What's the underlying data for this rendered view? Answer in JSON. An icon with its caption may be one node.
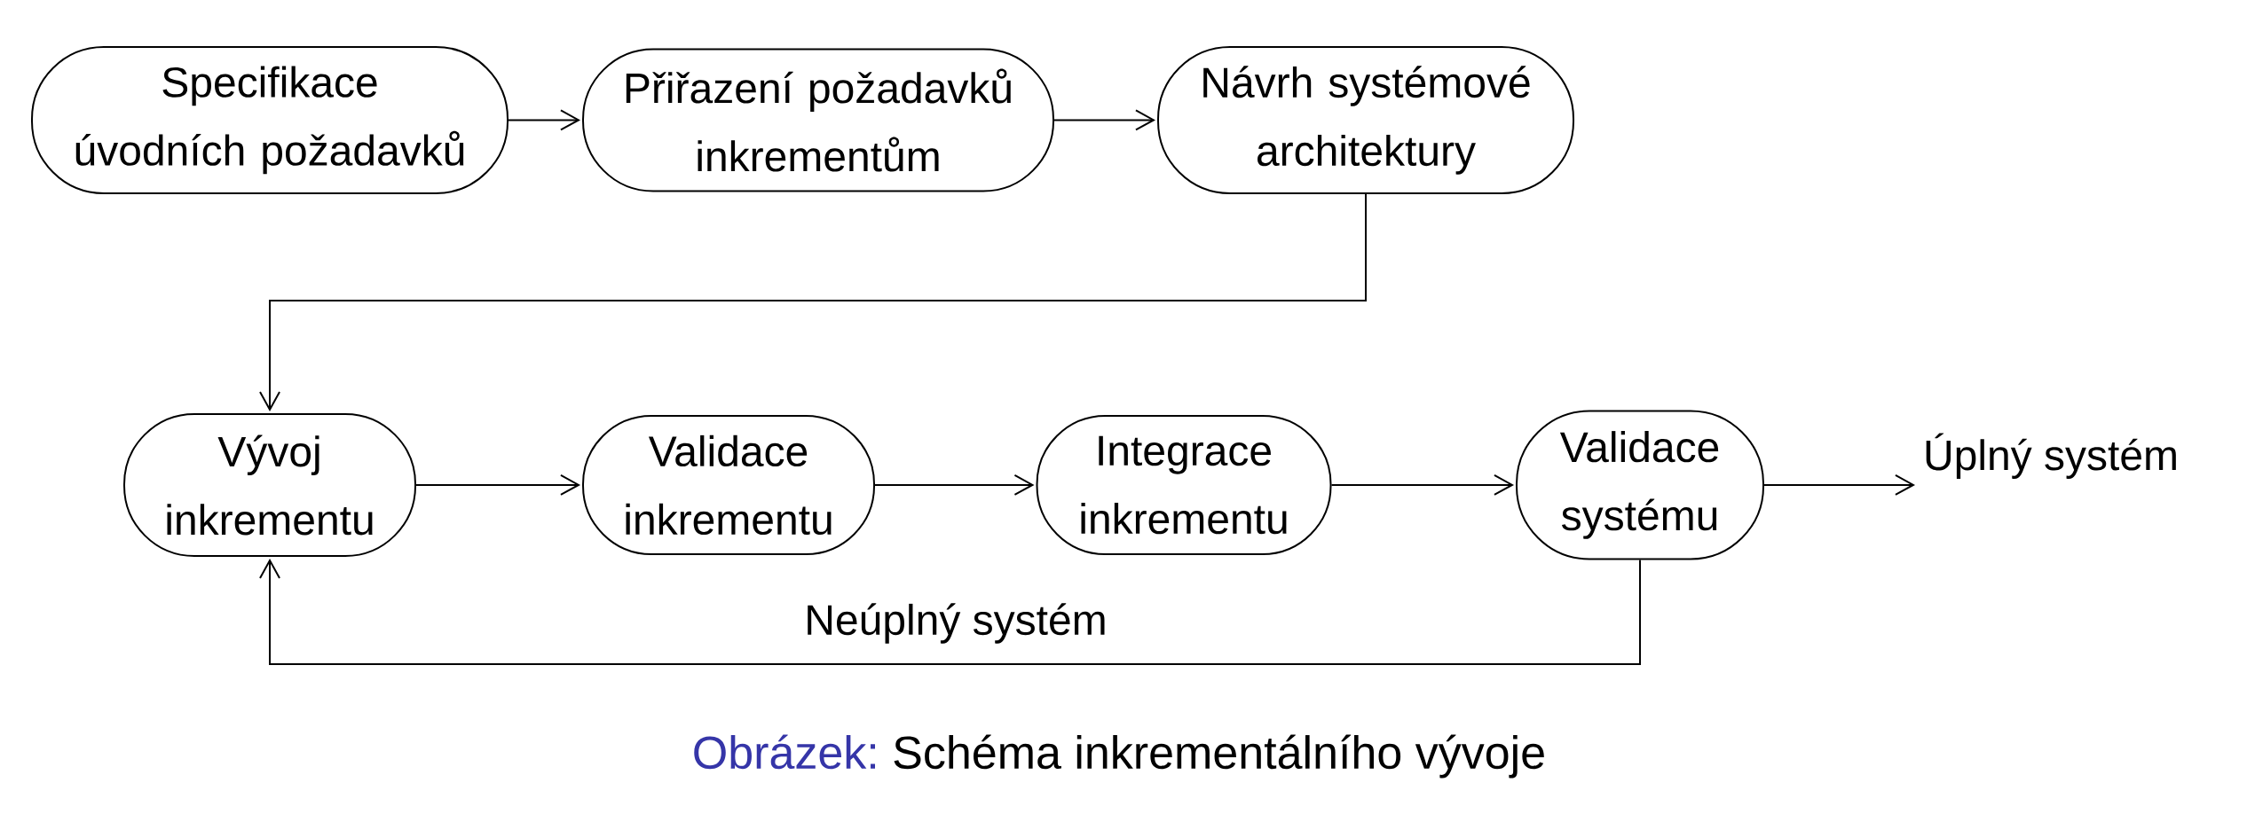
{
  "diagram": {
    "caption": "Schéma inkrementálního vývoje",
    "nodes": [
      {
        "text": [
          "Specifikace úvodních požadavků"
        ]
      },
      {
        "text": [
          "Přiřazení požadavků inkrementům"
        ]
      },
      {
        "text": [
          "Návrh systémové architektury"
        ]
      },
      {
        "text": [
          "Vývoj inkrementu"
        ]
      },
      {
        "text": [
          "Validace inkrementu"
        ]
      },
      {
        "text": [
          "Integrace inkrementu"
        ]
      },
      {
        "text": [
          "Validace systému"
        ]
      },
      {
        "text": [
          "Úplný systém"
        ]
      }
    ],
    "edges": [
      {
        "from": 0,
        "to": 1,
        "arrow": "to"
      },
      {
        "from": 1,
        "to": 2,
        "arrow": "to"
      },
      {
        "from": 2,
        "to": 3,
        "arrow": "to"
      },
      {
        "from": 3,
        "to": 4,
        "arrow": "to"
      },
      {
        "from": 4,
        "to": 5,
        "arrow": "to"
      },
      {
        "from": 5,
        "to": 6,
        "arrow": "to"
      },
      {
        "from": 6,
        "to": 7,
        "arrow": "to"
      },
      {
        "from": 6,
        "to": 3,
        "arrow": "to",
        "label": "Neúplný systém"
      }
    ],
    "labels": [
      "Obrázek:"
    ]
  }
}
